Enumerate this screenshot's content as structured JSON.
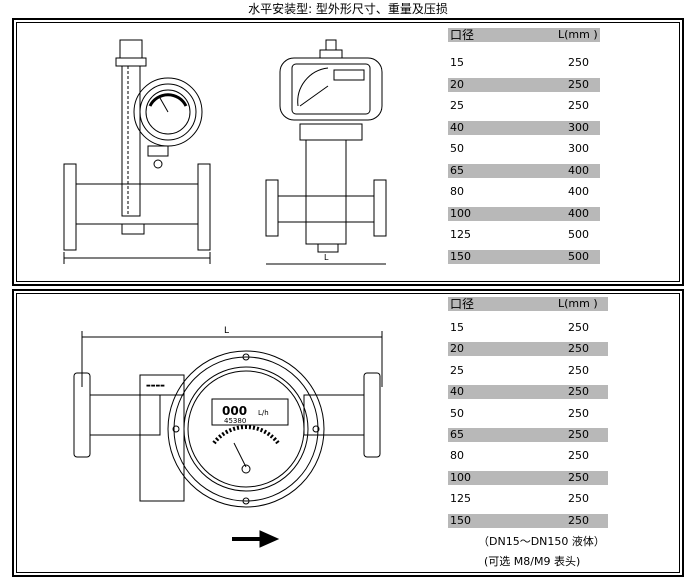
{
  "title": "水平安装型: 型外形尺寸、重量及压损",
  "table_top": {
    "header": {
      "size": "口径",
      "length": "L(mm )"
    },
    "rows": [
      {
        "size": "15",
        "length": "250"
      },
      {
        "size": "20",
        "length": "250"
      },
      {
        "size": "25",
        "length": "250"
      },
      {
        "size": "40",
        "length": "300"
      },
      {
        "size": "50",
        "length": "300"
      },
      {
        "size": "65",
        "length": "400"
      },
      {
        "size": "80",
        "length": "400"
      },
      {
        "size": "100",
        "length": "400"
      },
      {
        "size": "125",
        "length": "500"
      },
      {
        "size": "150",
        "length": "500"
      }
    ]
  },
  "table_bottom": {
    "header": {
      "size": "口径",
      "length": "L(mm )"
    },
    "rows": [
      {
        "size": "15",
        "length": "250"
      },
      {
        "size": "20",
        "length": "250"
      },
      {
        "size": "25",
        "length": "250"
      },
      {
        "size": "40",
        "length": "250"
      },
      {
        "size": "50",
        "length": "250"
      },
      {
        "size": "65",
        "length": "250"
      },
      {
        "size": "80",
        "length": "250"
      },
      {
        "size": "100",
        "length": "250"
      },
      {
        "size": "125",
        "length": "250"
      },
      {
        "size": "150",
        "length": "250"
      }
    ]
  },
  "notes": {
    "line1": "（DN15～DN150 液体）",
    "line2": "(可选 M8/M9 表头)"
  },
  "drawing_labels": {
    "dimension_L": "L",
    "display_reading": "000",
    "display_unit": "L/h",
    "display_total": "45380"
  }
}
